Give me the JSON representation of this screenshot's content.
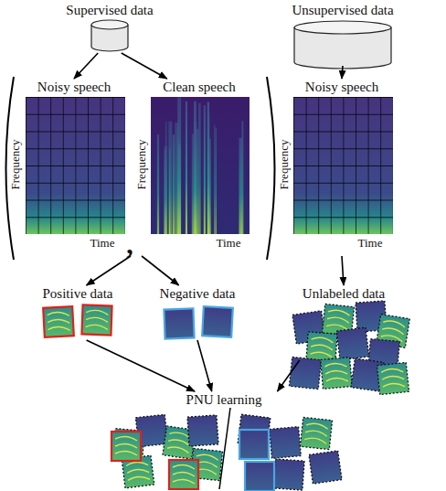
{
  "diagram": {
    "nodes": [
      {
        "text": [
          "Supervised data"
        ]
      },
      {
        "text": [
          "Unsupervised data"
        ]
      },
      {
        "text": [
          "Noisy speech"
        ]
      },
      {
        "text": [
          "Clean speech"
        ]
      },
      {
        "text": [
          "Noisy speech"
        ]
      },
      {
        "text": [
          "Positive data"
        ]
      },
      {
        "text": [
          "Negative data"
        ]
      },
      {
        "text": [
          "Unlabeled data"
        ]
      },
      {
        "text": [
          "PNU learning"
        ]
      }
    ],
    "edges": [
      {
        "from": 0,
        "to": 2,
        "arrow": "to"
      },
      {
        "from": 0,
        "to": 3,
        "arrow": "to"
      },
      {
        "from": 1,
        "to": 4,
        "arrow": "to"
      },
      {
        "from": 2,
        "to": 5,
        "arrow": "to"
      },
      {
        "from": 3,
        "to": 6,
        "arrow": "to"
      },
      {
        "from": 4,
        "to": 7,
        "arrow": "to"
      },
      {
        "from": 5,
        "to": 8,
        "arrow": "to"
      },
      {
        "from": 6,
        "to": 8,
        "arrow": "to"
      },
      {
        "from": 7,
        "to": 8,
        "arrow": "to"
      }
    ],
    "labels": [
      "Frequency",
      "Time",
      "Frequency",
      "Time",
      "Frequency",
      "Time",
      ","
    ]
  }
}
